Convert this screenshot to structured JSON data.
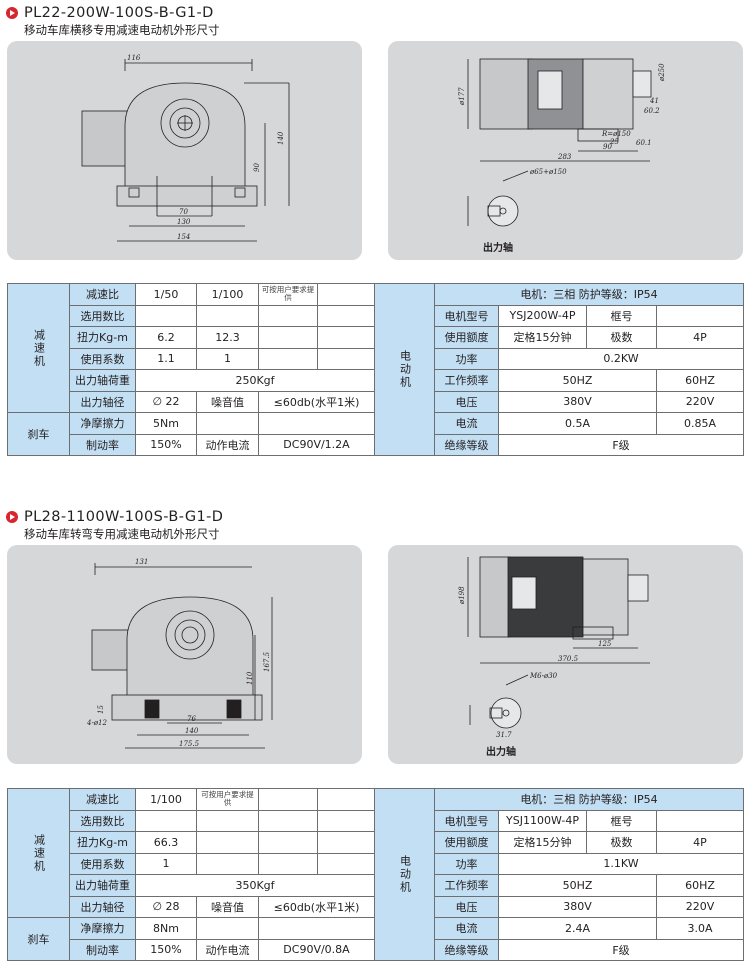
{
  "sections": [
    {
      "model": "PL22-200W-100S-B-G1-D",
      "subtitle": "移动车库横移专用减速电动机外形尺寸",
      "front_dims": [
        "116",
        "140",
        "90",
        "70",
        "130",
        "154"
      ],
      "side_dims": [
        "ø177",
        "ø250",
        "41",
        "60.2",
        "R=ø150",
        "25",
        "90",
        "60.1",
        "283"
      ],
      "shaft_note": "ø65+ø150",
      "shaft_label": "出力轴",
      "reducer": {
        "label": "减速机",
        "rows": [
          {
            "label": "减速比",
            "cells": [
              "1/50",
              "1/100",
              "可按用户要求提供",
              ""
            ]
          },
          {
            "label": "选用数比",
            "cells": [
              "",
              "",
              "",
              ""
            ]
          },
          {
            "label": "扭力Kg-m",
            "cells": [
              "6.2",
              "12.3",
              "",
              ""
            ]
          },
          {
            "label": "使用系数",
            "cells": [
              "1.1",
              "1",
              "",
              ""
            ]
          },
          {
            "label": "出力轴荷重",
            "span_value": "250Kgf"
          },
          {
            "label": "出力轴径",
            "cells": [
              "∅ 22",
              "噪音值",
              "≤60db(水平1米)"
            ]
          }
        ]
      },
      "brake": {
        "label": "刹车",
        "rows": [
          {
            "label": "净摩擦力",
            "cells": [
              "5Nm",
              "",
              ""
            ]
          },
          {
            "label": "制动率",
            "cells": [
              "150%",
              "动作电流",
              "DC90V/1.2A"
            ]
          }
        ]
      },
      "motor": {
        "label": "电动机",
        "header": "电机：三相 防护等级：IP54",
        "rows": [
          {
            "label": "电机型号",
            "cells": [
              "YSJ200W-4P",
              "框号",
              ""
            ]
          },
          {
            "label": "使用额度",
            "cells": [
              "定格15分钟",
              "极数",
              "4P"
            ]
          },
          {
            "label": "功率",
            "span_value": "0.2KW"
          },
          {
            "label": "工作频率",
            "cells": [
              "50HZ",
              "60HZ"
            ]
          },
          {
            "label": "电压",
            "cells": [
              "380V",
              "220V"
            ]
          },
          {
            "label": "电流",
            "cells": [
              "0.5A",
              "0.85A"
            ]
          },
          {
            "label": "绝缘等级",
            "span_value": "F级"
          }
        ]
      }
    },
    {
      "model": "PL28-1100W-100S-B-G1-D",
      "subtitle": "移动车库转弯专用减速电动机外形尺寸",
      "front_dims": [
        "131",
        "167.5",
        "110",
        "15",
        "4-ø12",
        "76",
        "140",
        "175.5"
      ],
      "side_dims": [
        "ø198",
        "370.5",
        "125"
      ],
      "shaft_note": "M6-ø30",
      "shaft_width": "31.7",
      "shaft_label": "出力轴",
      "reducer": {
        "label": "减速机",
        "rows": [
          {
            "label": "减速比",
            "cells": [
              "1/100",
              "可按用户要求提供",
              "",
              ""
            ]
          },
          {
            "label": "选用数比",
            "cells": [
              "",
              "",
              "",
              ""
            ]
          },
          {
            "label": "扭力Kg-m",
            "cells": [
              "66.3",
              "",
              "",
              ""
            ]
          },
          {
            "label": "使用系数",
            "cells": [
              "1",
              "",
              "",
              ""
            ]
          },
          {
            "label": "出力轴荷重",
            "span_value": "350Kgf"
          },
          {
            "label": "出力轴径",
            "cells": [
              "∅ 28",
              "噪音值",
              "≤60db(水平1米)"
            ]
          }
        ]
      },
      "brake": {
        "label": "刹车",
        "rows": [
          {
            "label": "净摩擦力",
            "cells": [
              "8Nm",
              "",
              ""
            ]
          },
          {
            "label": "制动率",
            "cells": [
              "150%",
              "动作电流",
              "DC90V/0.8A"
            ]
          }
        ]
      },
      "motor": {
        "label": "电动机",
        "header": "电机：三相 防护等级：IP54",
        "rows": [
          {
            "label": "电机型号",
            "cells": [
              "YSJ1100W-4P",
              "框号",
              ""
            ]
          },
          {
            "label": "使用额度",
            "cells": [
              "定格15分钟",
              "极数",
              "4P"
            ]
          },
          {
            "label": "功率",
            "span_value": "1.1KW"
          },
          {
            "label": "工作频率",
            "cells": [
              "50HZ",
              "60HZ"
            ]
          },
          {
            "label": "电压",
            "cells": [
              "380V",
              "220V"
            ]
          },
          {
            "label": "电流",
            "cells": [
              "2.4A",
              "3.0A"
            ]
          },
          {
            "label": "绝缘等级",
            "span_value": "F级"
          }
        ]
      }
    }
  ]
}
